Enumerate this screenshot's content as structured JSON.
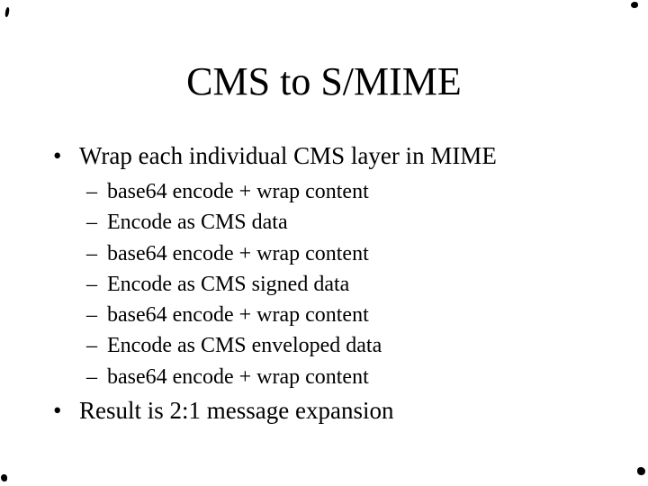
{
  "slide": {
    "title": "CMS to S/MIME",
    "bullet_glyph": "•",
    "sub_bullet_glyph": "–",
    "colors": {
      "background": "#ffffff",
      "text": "#000000"
    },
    "bullets": [
      {
        "label": "Wrap each individual CMS layer in MIME",
        "sub_items": [
          "base64 encode + wrap content",
          "Encode as CMS data",
          "base64 encode + wrap content",
          "Encode as CMS signed data",
          "base64 encode + wrap content",
          "Encode as CMS enveloped data",
          "base64 encode + wrap content"
        ]
      },
      {
        "label": "Result is 2:1 message expansion",
        "sub_items": []
      }
    ]
  }
}
